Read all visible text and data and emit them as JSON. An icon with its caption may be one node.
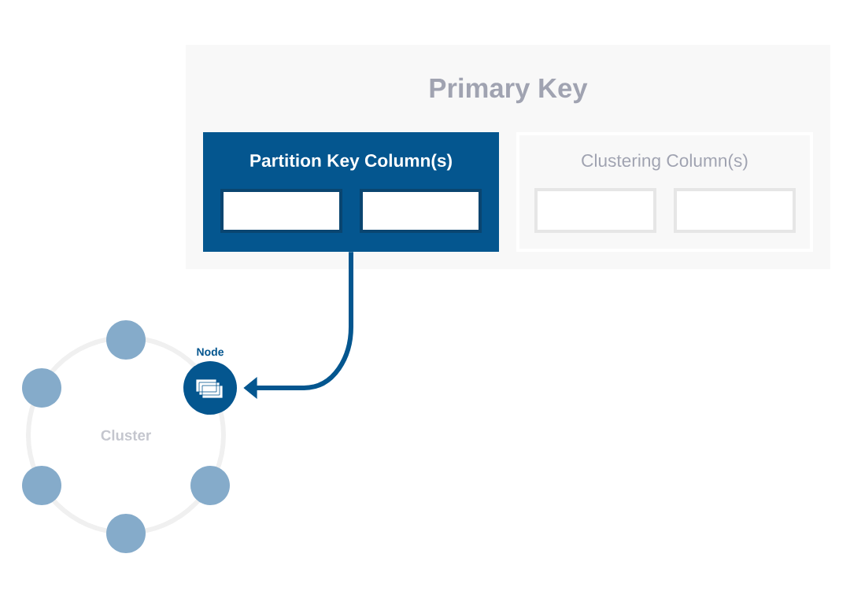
{
  "diagram": {
    "nodes": [
      {
        "text": [
          "Primary Key"
        ]
      },
      {
        "text": [
          "Partition Key Column(s)"
        ],
        "in": 0
      },
      {
        "text": [],
        "shape": "box",
        "in": 1
      },
      {
        "text": [],
        "shape": "box",
        "in": 1
      },
      {
        "text": [
          "Clustering Column(s)"
        ],
        "in": 0
      },
      {
        "text": [],
        "shape": "box",
        "in": 4
      },
      {
        "text": [],
        "shape": "box",
        "in": 4
      },
      {
        "text": [
          "Cluster"
        ]
      },
      {
        "text": [],
        "shape": "circle"
      },
      {
        "text": [
          "Node"
        ]
      },
      {
        "text": [],
        "shape": "circle"
      },
      {
        "text": [],
        "shape": "circle"
      },
      {
        "text": [],
        "shape": "circle"
      },
      {
        "text": [],
        "shape": "circle"
      }
    ],
    "edges": [
      {
        "from": 1,
        "to": 9,
        "arrow": "to"
      }
    ]
  }
}
